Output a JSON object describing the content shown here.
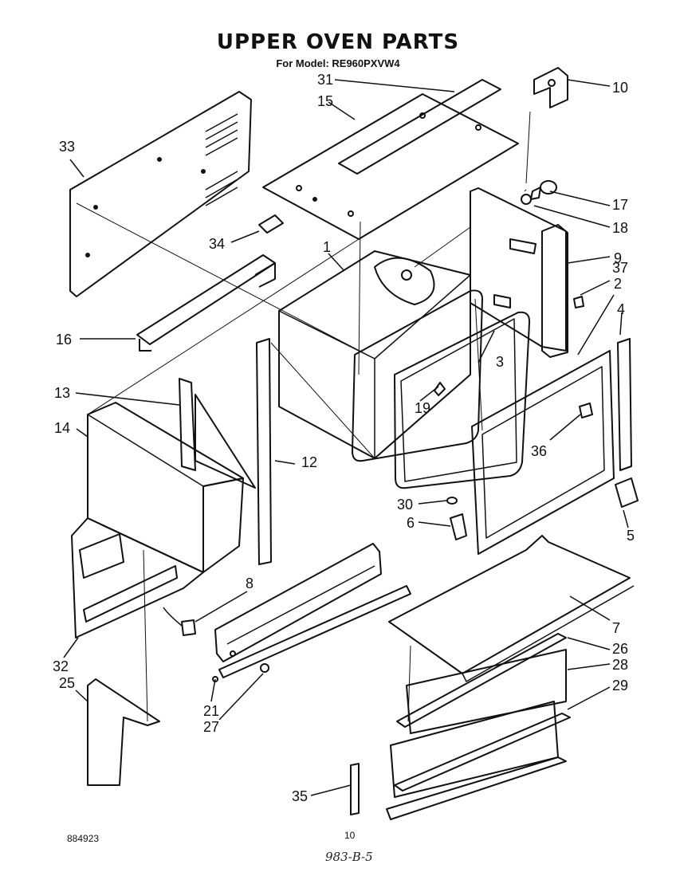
{
  "header": {
    "title": "UPPER OVEN PARTS",
    "subtitle": "For Model: RE960PXVW4"
  },
  "callouts": {
    "c1": "1",
    "c2": "2",
    "c3": "3",
    "c4": "4",
    "c5": "5",
    "c6": "6",
    "c7": "7",
    "c8": "8",
    "c9": "9",
    "c10": "10",
    "c12": "12",
    "c13": "13",
    "c14": "14",
    "c15": "15",
    "c16": "16",
    "c17": "17",
    "c18": "18",
    "c19": "19",
    "c21": "21",
    "c25": "25",
    "c26": "26",
    "c27": "27",
    "c28": "28",
    "c29": "29",
    "c30": "30",
    "c31": "31",
    "c32": "32",
    "c33": "33",
    "c34": "34",
    "c35": "35",
    "c36": "36",
    "c37": "37"
  },
  "footer": {
    "part_number": "884923",
    "page_number": "10",
    "handwritten": "983-B-5"
  },
  "colors": {
    "ink": "#111111",
    "paper": "#ffffff"
  }
}
